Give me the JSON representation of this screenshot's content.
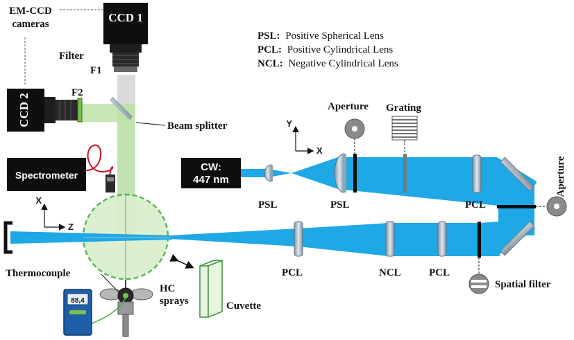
{
  "cameras": {
    "group_label": "EM-CCD cameras",
    "group_label_line1": "EM-CCD",
    "group_label_line2": "cameras",
    "ccd1": "CCD 1",
    "ccd2": "CCD 2",
    "filter_label": "Filter",
    "f1": "F1",
    "f2": "F2"
  },
  "beam_splitter": "Beam splitter",
  "spectrometer": "Spectrometer",
  "thermocouple": "Thermocouple",
  "thermo_display": "88,4",
  "hc_sprays": "HC sprays",
  "hc_line1": "HC",
  "hc_line2": "sprays",
  "cuvette": "Cuvette",
  "laser": {
    "line1": "CW:",
    "line2": "447 nm"
  },
  "legend": [
    {
      "abbr": "PSL:",
      "text": "Positive Spherical Lens"
    },
    {
      "abbr": "PCL:",
      "text": "Positive Cylindrical Lens"
    },
    {
      "abbr": "NCL:",
      "text": "Negative Cylindrical Lens"
    }
  ],
  "components": {
    "psl": "PSL",
    "pcl": "PCL",
    "ncl": "NCL",
    "aperture": "Aperture",
    "grating": "Grating",
    "spatial_filter": "Spatial filter"
  },
  "axes": {
    "x": "X",
    "y": "Y",
    "z": "Z"
  },
  "colors": {
    "beam": "#1ea8e6",
    "fluorescence": "#bde3a8",
    "spray": "#c7e9b4",
    "lens": "#a9bccb"
  }
}
